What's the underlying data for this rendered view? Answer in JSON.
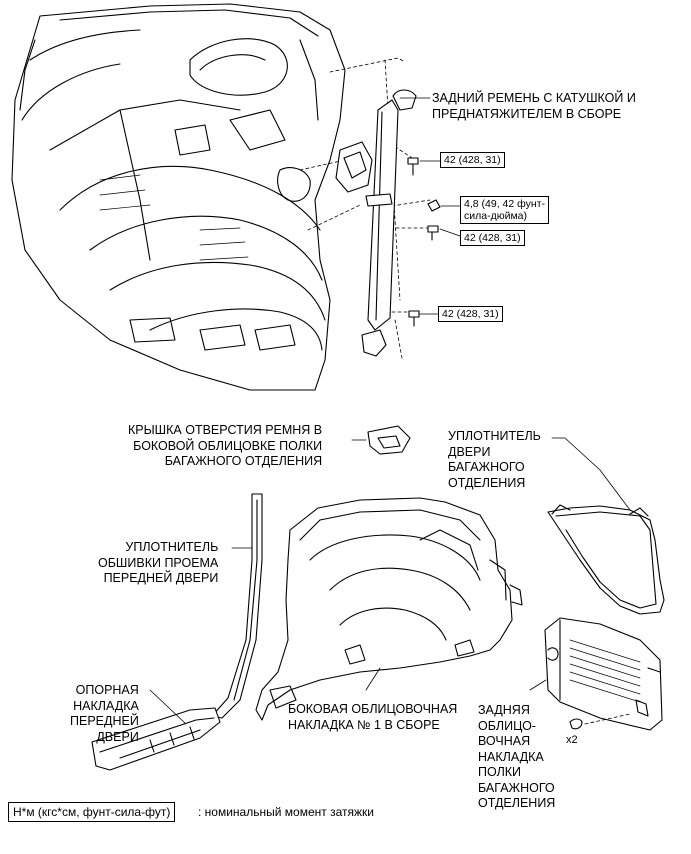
{
  "labels": {
    "rear_belt": "ЗАДНИЙ РЕМЕНЬ С КАТУШКОЙ И\nПРЕДНАТЯЖИТЕЛЕМ В СБОРЕ",
    "belt_hole_cover": "КРЫШКА ОТВЕРСТИЯ РЕМНЯ В\nБОКОВОЙ ОБЛИЦОВКЕ ПОЛКИ\nБАГАЖНОГО ОТДЕЛЕНИЯ",
    "back_door_weatherstrip": "УПЛОТНИТЕЛЬ\nДВЕРИ\nБАГАЖНОГО\nОТДЕЛЕНИЯ",
    "front_door_opening_trim": "УПЛОТНИТЕЛЬ\nОБШИВКИ ПРОЕМА\nПЕРЕДНЕЙ ДВЕРИ",
    "front_door_scuff_plate": "ОПОРНАЯ\nНАКЛАДКА\nПЕРЕДНЕЙ\nДВЕРИ",
    "side_trim_panel": "БОКОВАЯ ОБЛИЦОВОЧНАЯ\nНАКЛАДКА № 1 В СБОРЕ",
    "rear_deck_trim": "ЗАДНЯЯ\nОБЛИЦО-\nВОЧНАЯ\nНАКЛАДКА\nПОЛКИ\nБАГАЖНОГО\nОТДЕЛЕНИЯ"
  },
  "torques": {
    "t1": "42 (428, 31)",
    "t2": "4,8 (49, 42 фунт-\nсила-дюйма)",
    "t3": "42 (428, 31)",
    "t4": "42 (428, 31)"
  },
  "quantity": "x2",
  "legend": {
    "box": "Н*м (кгс*см, фунт-сила-фут)",
    "text": ": номинальный момент затяжки"
  }
}
